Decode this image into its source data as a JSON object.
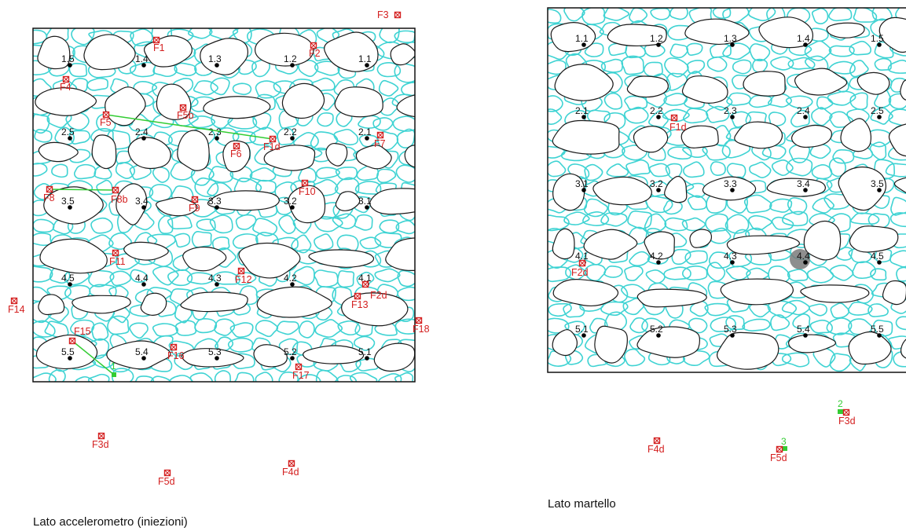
{
  "left_panel": {
    "caption": "Lato accelerometro (iniezioni)",
    "points": [
      "1.1",
      "1.2",
      "1.3",
      "1.4",
      "1.5",
      "2.1",
      "2.2",
      "2.3",
      "2.4",
      "2.5",
      "3.1",
      "3.2",
      "3.3",
      "3.4",
      "3.5",
      "4.1",
      "4.2",
      "4.3",
      "4.4",
      "4.5",
      "5.1",
      "5.2",
      "5.3",
      "5.4",
      "5.5"
    ],
    "markers": [
      "F1",
      "F2",
      "F3",
      "F4",
      "F5",
      "F5b",
      "F1d",
      "F6",
      "F7",
      "F8",
      "F8b",
      "F9",
      "F10",
      "F11",
      "F12",
      "F2d",
      "F13",
      "F14",
      "F15",
      "F16",
      "F17",
      "F18",
      "F3d",
      "F4d",
      "F5d"
    ],
    "green_labels": [
      "1"
    ]
  },
  "right_panel": {
    "caption": "Lato martello",
    "points": [
      "1.1",
      "1.2",
      "1.3",
      "1.4",
      "1.5",
      "2.1",
      "2.2",
      "2.3",
      "2.4",
      "2.5",
      "3.1",
      "3.2",
      "3.3",
      "3.4",
      "3.5",
      "4.1",
      "4.2",
      "4.3",
      "4.4",
      "4.5",
      "5.1",
      "5.2",
      "5.3",
      "5.4",
      "5.5"
    ],
    "markers": [
      "F1d",
      "F2d",
      "F3d",
      "F4d",
      "F5d"
    ],
    "green_labels": [
      "2",
      "3"
    ]
  },
  "colors": {
    "stone_outline": "#1a1a1a",
    "mortar_outline": "#3fd3d3",
    "marker_red": "#d42020",
    "line_green": "#33cc33",
    "point": "#000000",
    "highlight_circle": "#7a7a7a"
  }
}
